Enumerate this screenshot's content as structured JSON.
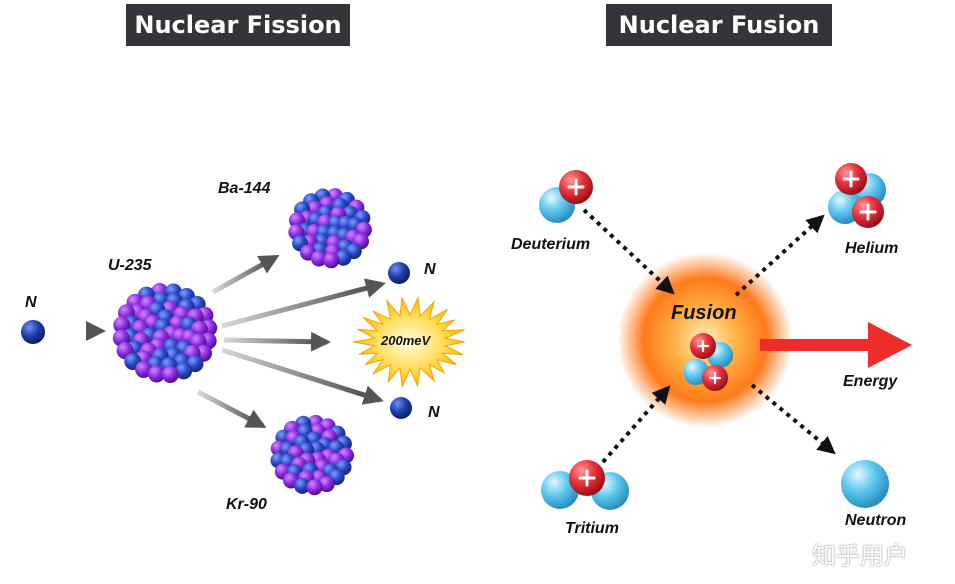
{
  "fission": {
    "title": "Nuclear Fission",
    "labels": {
      "neutron_in": "N",
      "uranium": "U-235",
      "barium": "Ba-144",
      "krypton": "Kr-90",
      "neutron_out_1": "N",
      "neutron_out_2": "N",
      "energy": "200meV"
    }
  },
  "fusion": {
    "title": "Nuclear Fusion",
    "labels": {
      "deuterium": "Deuterium",
      "tritium": "Tritium",
      "center": "Fusion",
      "helium": "Helium",
      "neutron": "Neutron",
      "energy": "Energy"
    }
  },
  "watermark": "知乎用户",
  "colors": {
    "title_bg": "#333538",
    "neutron": "#1e3fa8",
    "proton_purple": "#8a2be2",
    "fusion_proton": "#e8323c",
    "fusion_neutron": "#5fc8ee",
    "fusion_glow": "#ff7a1a",
    "energy_arrow": "#ee2c2c",
    "burst": "#ffd21a"
  },
  "icons": [
    "proton-plus-icon"
  ]
}
